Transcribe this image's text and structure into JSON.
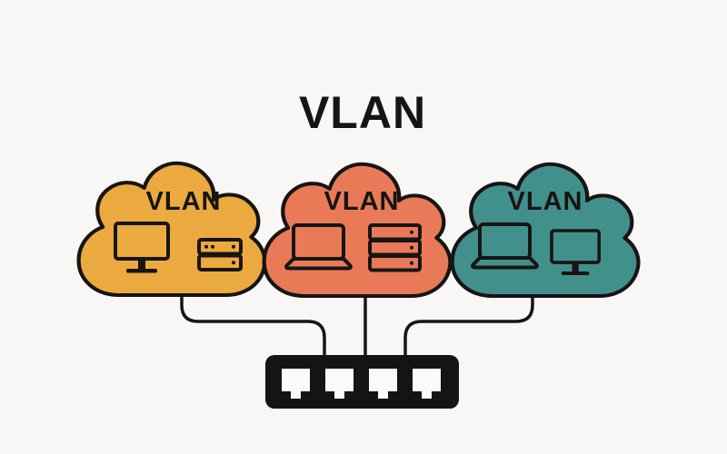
{
  "title": "VLAN",
  "colors": {
    "background": "#f8f7f5",
    "outline": "#171513",
    "switch_body": "#161412",
    "switch_port": "#fafaf8",
    "cloud_yellow": "#ebaa3f",
    "cloud_coral": "#e87a58",
    "cloud_teal": "#42908c"
  },
  "clouds": [
    {
      "label": "VLAN",
      "color": "#ebaa3f",
      "devices": [
        "desktop-monitor-icon",
        "server-2u-icon"
      ]
    },
    {
      "label": "VLAN",
      "color": "#e87a58",
      "devices": [
        "laptop-icon",
        "server-rack-3u-icon"
      ]
    },
    {
      "label": "VLAN",
      "color": "#42908c",
      "devices": [
        "laptop-icon",
        "desktop-monitor-icon"
      ]
    }
  ],
  "switch": {
    "ports": 4
  }
}
